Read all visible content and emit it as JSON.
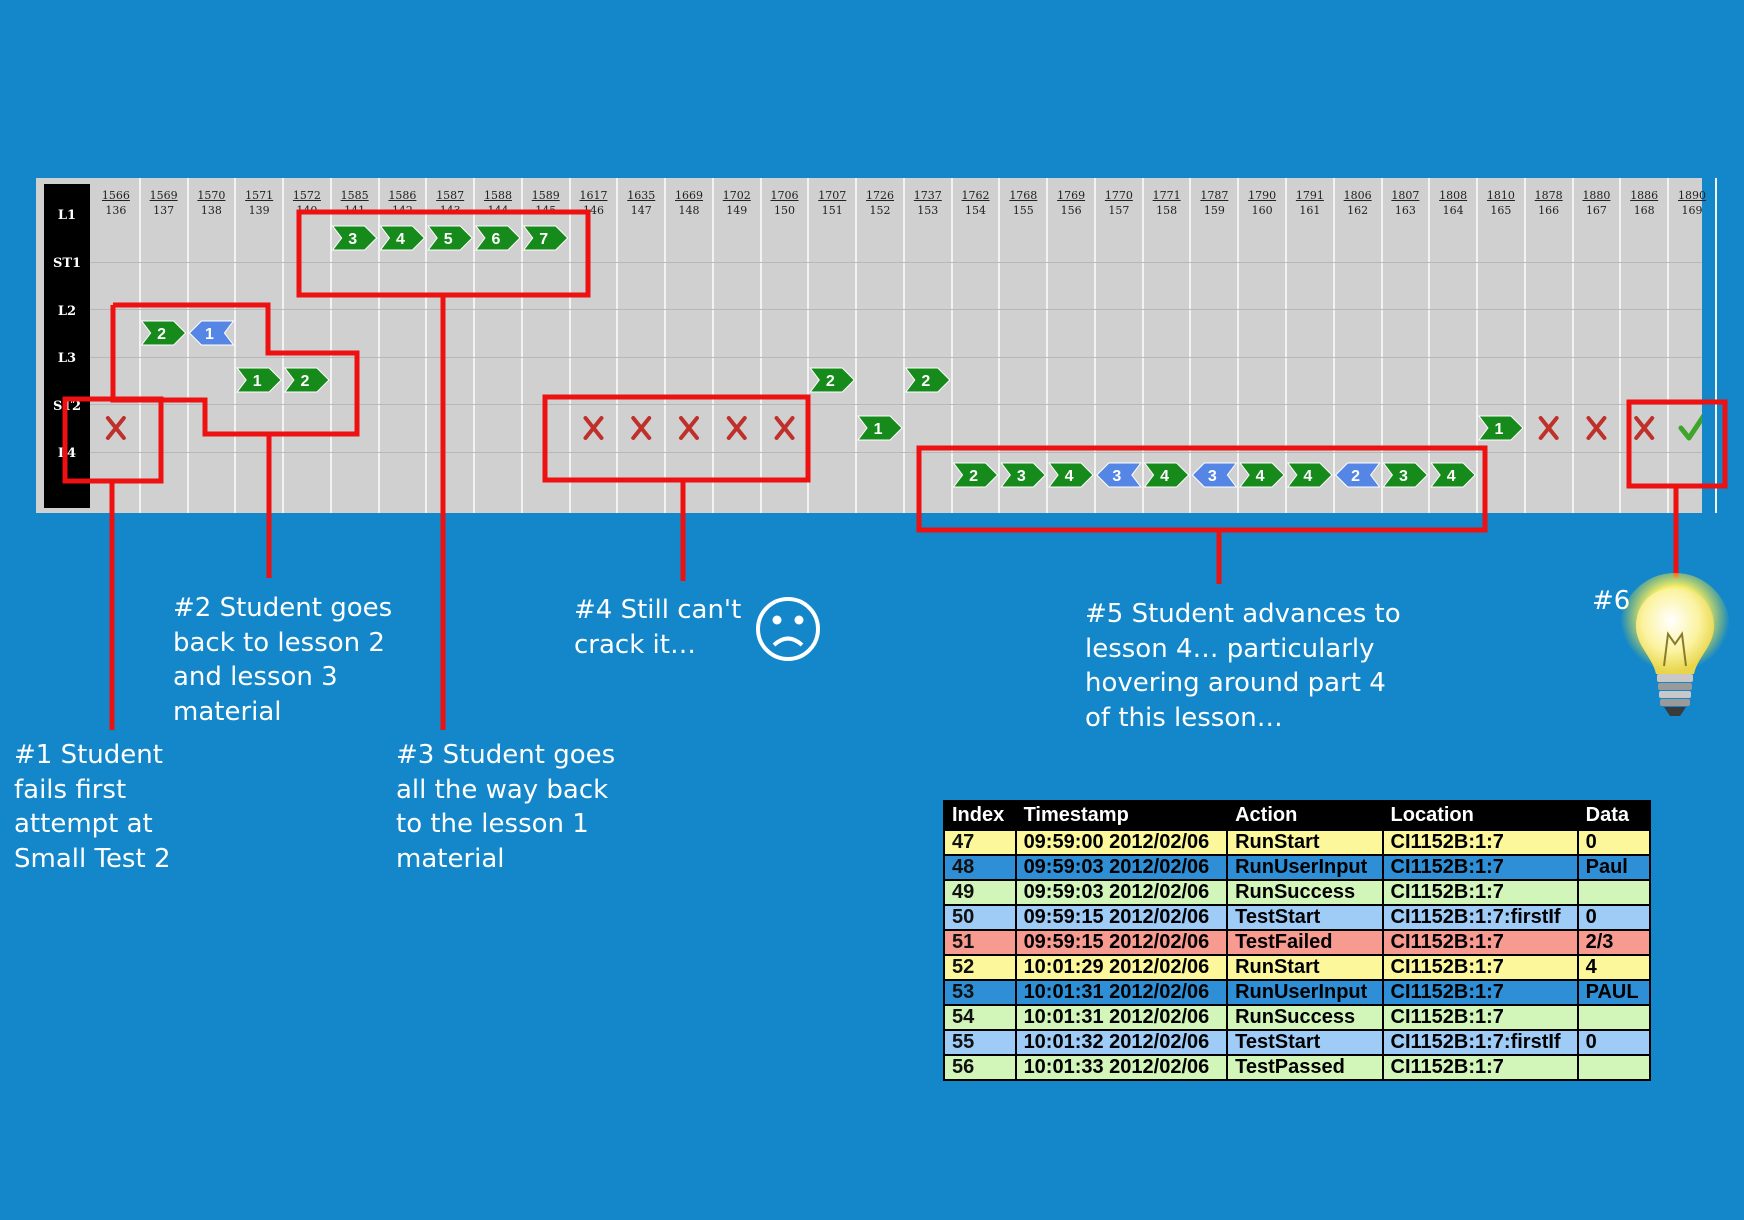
{
  "timeline": {
    "row_labels": [
      "L1",
      "ST1",
      "L2",
      "L3",
      "ST2",
      "L4"
    ],
    "columns": [
      {
        "top": "1566",
        "bottom": "136"
      },
      {
        "top": "1569",
        "bottom": "137"
      },
      {
        "top": "1570",
        "bottom": "138"
      },
      {
        "top": "1571",
        "bottom": "139"
      },
      {
        "top": "1572",
        "bottom": "140"
      },
      {
        "top": "1585",
        "bottom": "141"
      },
      {
        "top": "1586",
        "bottom": "142"
      },
      {
        "top": "1587",
        "bottom": "143"
      },
      {
        "top": "1588",
        "bottom": "144"
      },
      {
        "top": "1589",
        "bottom": "145"
      },
      {
        "top": "1617",
        "bottom": "146"
      },
      {
        "top": "1635",
        "bottom": "147"
      },
      {
        "top": "1669",
        "bottom": "148"
      },
      {
        "top": "1702",
        "bottom": "149"
      },
      {
        "top": "1706",
        "bottom": "150"
      },
      {
        "top": "1707",
        "bottom": "151"
      },
      {
        "top": "1726",
        "bottom": "152"
      },
      {
        "top": "1737",
        "bottom": "153"
      },
      {
        "top": "1762",
        "bottom": "154"
      },
      {
        "top": "1768",
        "bottom": "155"
      },
      {
        "top": "1769",
        "bottom": "156"
      },
      {
        "top": "1770",
        "bottom": "157"
      },
      {
        "top": "1771",
        "bottom": "158"
      },
      {
        "top": "1787",
        "bottom": "159"
      },
      {
        "top": "1790",
        "bottom": "160"
      },
      {
        "top": "1791",
        "bottom": "161"
      },
      {
        "top": "1806",
        "bottom": "162"
      },
      {
        "top": "1807",
        "bottom": "163"
      },
      {
        "top": "1808",
        "bottom": "164"
      },
      {
        "top": "1810",
        "bottom": "165"
      },
      {
        "top": "1878",
        "bottom": "166"
      },
      {
        "top": "1880",
        "bottom": "167"
      },
      {
        "top": "1886",
        "bottom": "168"
      },
      {
        "top": "1890",
        "bottom": "169"
      }
    ],
    "events": [
      {
        "col": 0,
        "row": 4,
        "kind": "fail"
      },
      {
        "col": 1,
        "row": 2,
        "kind": "fwd",
        "label": "2"
      },
      {
        "col": 2,
        "row": 2,
        "kind": "back",
        "label": "1"
      },
      {
        "col": 3,
        "row": 3,
        "kind": "fwd",
        "label": "1"
      },
      {
        "col": 4,
        "row": 3,
        "kind": "fwd",
        "label": "2"
      },
      {
        "col": 5,
        "row": 0,
        "kind": "fwd",
        "label": "3"
      },
      {
        "col": 6,
        "row": 0,
        "kind": "fwd",
        "label": "4"
      },
      {
        "col": 7,
        "row": 0,
        "kind": "fwd",
        "label": "5"
      },
      {
        "col": 8,
        "row": 0,
        "kind": "fwd",
        "label": "6"
      },
      {
        "col": 9,
        "row": 0,
        "kind": "fwd",
        "label": "7"
      },
      {
        "col": 10,
        "row": 4,
        "kind": "fail"
      },
      {
        "col": 11,
        "row": 4,
        "kind": "fail"
      },
      {
        "col": 12,
        "row": 4,
        "kind": "fail"
      },
      {
        "col": 13,
        "row": 4,
        "kind": "fail"
      },
      {
        "col": 14,
        "row": 4,
        "kind": "fail"
      },
      {
        "col": 15,
        "row": 3,
        "kind": "fwd",
        "label": "2"
      },
      {
        "col": 16,
        "row": 4,
        "kind": "fwd",
        "label": "1"
      },
      {
        "col": 17,
        "row": 3,
        "kind": "fwd",
        "label": "2"
      },
      {
        "col": 18,
        "row": 5,
        "kind": "fwd",
        "label": "2"
      },
      {
        "col": 19,
        "row": 5,
        "kind": "fwd",
        "label": "3"
      },
      {
        "col": 20,
        "row": 5,
        "kind": "fwd",
        "label": "4"
      },
      {
        "col": 21,
        "row": 5,
        "kind": "back",
        "label": "3"
      },
      {
        "col": 22,
        "row": 5,
        "kind": "fwd",
        "label": "4"
      },
      {
        "col": 23,
        "row": 5,
        "kind": "back",
        "label": "3"
      },
      {
        "col": 24,
        "row": 5,
        "kind": "fwd",
        "label": "4"
      },
      {
        "col": 25,
        "row": 5,
        "kind": "fwd",
        "label": "4"
      },
      {
        "col": 26,
        "row": 5,
        "kind": "back",
        "label": "2"
      },
      {
        "col": 27,
        "row": 5,
        "kind": "fwd",
        "label": "3"
      },
      {
        "col": 28,
        "row": 5,
        "kind": "fwd",
        "label": "4"
      },
      {
        "col": 29,
        "row": 4,
        "kind": "fwd",
        "label": "1"
      },
      {
        "col": 30,
        "row": 4,
        "kind": "fail"
      },
      {
        "col": 31,
        "row": 4,
        "kind": "fail"
      },
      {
        "col": 32,
        "row": 4,
        "kind": "fail"
      },
      {
        "col": 33,
        "row": 4,
        "kind": "pass"
      }
    ]
  },
  "annotations": {
    "a1": "#1 Student\nfails first\nattempt at\nSmall Test 2",
    "a2": "#2 Student goes\nback to lesson 2\nand lesson 3\nmaterial",
    "a3": "#3 Student goes\nall the way back\nto the lesson 1\nmaterial",
    "a4": "#4 Still can't\ncrack it…",
    "a5": "#5 Student advances to\nlesson 4… particularly\nhovering around part 4\nof this lesson…",
    "a6": "#6"
  },
  "log_table": {
    "headers": [
      "Index",
      "Timestamp",
      "Action",
      "Location",
      "Data"
    ],
    "rows": [
      {
        "cells": [
          "47",
          "09:59:00 2012/02/06",
          "RunStart",
          "CI1152B:1:7",
          "0"
        ],
        "color": "#fbf79a"
      },
      {
        "cells": [
          "48",
          "09:59:03 2012/02/06",
          "RunUserInput",
          "CI1152B:1:7",
          "Paul"
        ],
        "color": "#2f8fd6"
      },
      {
        "cells": [
          "49",
          "09:59:03 2012/02/06",
          "RunSuccess",
          "CI1152B:1:7",
          ""
        ],
        "color": "#d2f5b9"
      },
      {
        "cells": [
          "50",
          "09:59:15 2012/02/06",
          "TestStart",
          "CI1152B:1:7:firstIf",
          "0"
        ],
        "color": "#9fcbf7"
      },
      {
        "cells": [
          "51",
          "09:59:15 2012/02/06",
          "TestFailed",
          "CI1152B:1:7",
          "2/3"
        ],
        "color": "#f79a90"
      },
      {
        "cells": [
          "52",
          "10:01:29 2012/02/06",
          "RunStart",
          "CI1152B:1:7",
          "4"
        ],
        "color": "#fbf79a"
      },
      {
        "cells": [
          "53",
          "10:01:31 2012/02/06",
          "RunUserInput",
          "CI1152B:1:7",
          "PAUL"
        ],
        "color": "#2f8fd6"
      },
      {
        "cells": [
          "54",
          "10:01:31 2012/02/06",
          "RunSuccess",
          "CI1152B:1:7",
          ""
        ],
        "color": "#d2f5b9"
      },
      {
        "cells": [
          "55",
          "10:01:32 2012/02/06",
          "TestStart",
          "CI1152B:1:7:firstIf",
          "0"
        ],
        "color": "#9fcbf7"
      },
      {
        "cells": [
          "56",
          "10:01:33 2012/02/06",
          "TestPassed",
          "CI1152B:1:7",
          ""
        ],
        "color": "#d2f5b9"
      }
    ]
  },
  "colors": {
    "background": "#1387c9",
    "forward": "#168a1b",
    "back": "#5586e6",
    "fail": "#c0302a",
    "pass": "#3fa42a",
    "highlight": "#ee1111"
  }
}
